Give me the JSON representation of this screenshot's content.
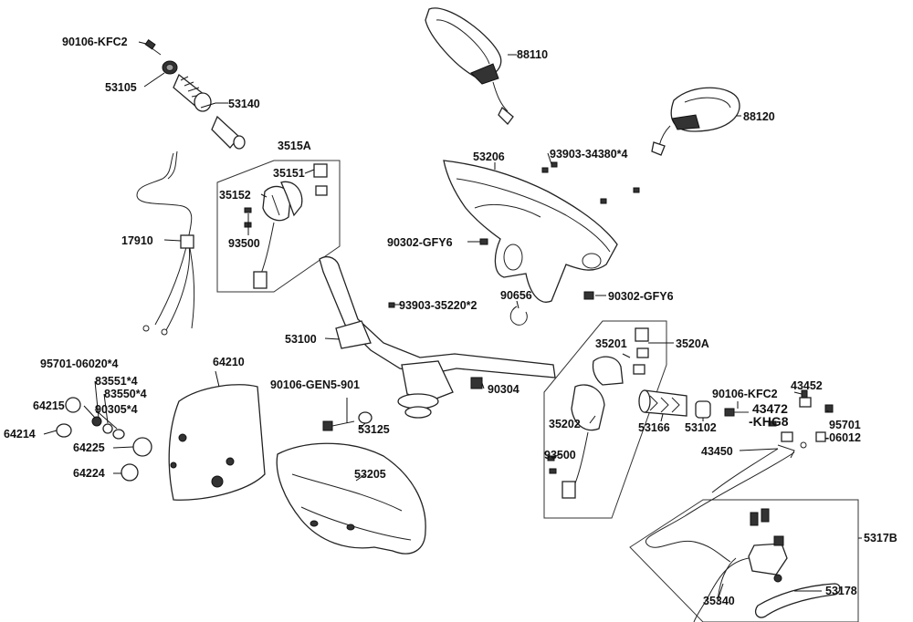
{
  "labels": {
    "p90106_kfc2_top": "90106-KFC2",
    "p53105": "53105",
    "p53140": "53140",
    "p88110": "88110",
    "p88120": "88120",
    "p3515a": "3515A",
    "p35151": "35151",
    "p35152": "35152",
    "p93500_left": "93500",
    "p17910": "17910",
    "p53206": "53206",
    "p93903_34380": "93903-34380*4",
    "p90302_gfy6_a": "90302-GFY6",
    "p90302_gfy6_b": "90302-GFY6",
    "p90656": "90656",
    "p93903_35220": "93903-35220*2",
    "p53100": "53100",
    "p3520a": "3520A",
    "p35201": "35201",
    "p95701_06020": "95701-06020*4",
    "p83551": "83551*4",
    "p83550": "83550*4",
    "p90305": "90305*4",
    "p64210": "64210",
    "p64215": "64215",
    "p64214": "64214",
    "p64225": "64225",
    "p64224": "64224",
    "p90106_gen5_901": "90106-GEN5-901",
    "p90304": "90304",
    "p53125": "53125",
    "p35202": "35202",
    "p53166": "53166",
    "p53102": "53102",
    "p90106_kfc2_right": "90106-KFC2",
    "p43452": "43452",
    "p43472": "43472",
    "p khg8": "-KHG8",
    "p95701_a": "95701",
    "p95701_b": "-06012",
    "p93500_right": "93500",
    "p43450": "43450",
    "p53205": "53205",
    "p5317b": "5317B",
    "p35340": "35340",
    "p53178": "53178"
  }
}
